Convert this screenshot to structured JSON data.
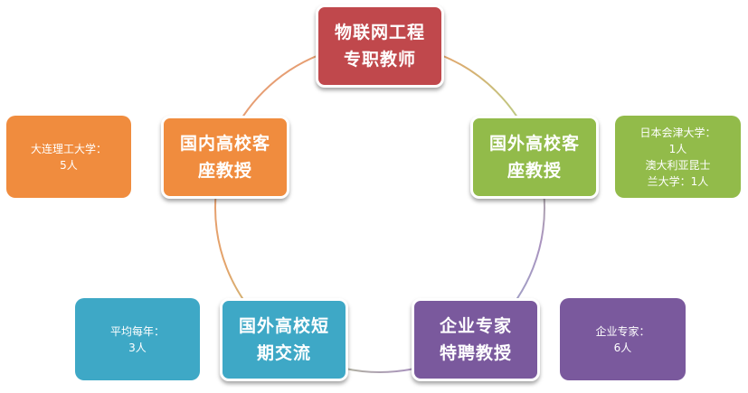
{
  "colors": {
    "red": "#c0484c",
    "orange": "#f08c3e",
    "green": "#92bb4a",
    "blue": "#3ea8c6",
    "purple": "#7a599d"
  },
  "nodes": {
    "fulltime": "物联网工程\n专职教师",
    "domestic": "国内高校客\n座教授",
    "foreign": "国外高校客\n座教授",
    "exchange": "国外高校短\n期交流",
    "enterprise": "企业专家\n特聘教授"
  },
  "notes": {
    "domestic": "大连理工大学：\n5人",
    "foreign": "日本会津大学：\n1人\n澳大利亚昆士\n兰大学：1人",
    "exchange": "平均每年：\n3人",
    "enterprise": "企业专家：\n6人"
  }
}
